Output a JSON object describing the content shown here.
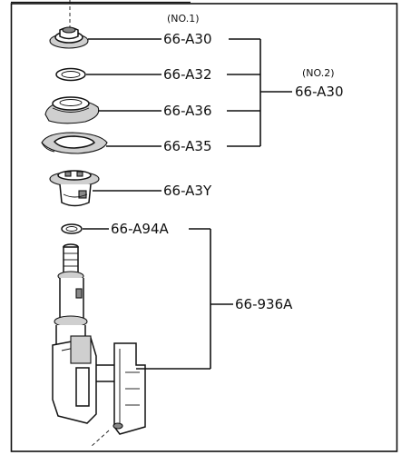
{
  "labels": {
    "a30_note": "(NO.1)",
    "a30": "66-A30",
    "a32": "66-A32",
    "a36": "66-A36",
    "a35": "66-A35",
    "a30_no2_note": "(NO.2)",
    "a30_no2": "66-A30",
    "a3y": "66-A3Y",
    "a94a": "66-A94A",
    "p936a": "66-936A"
  },
  "parts": [
    {
      "name": "bushing-cap",
      "label_key": "a30"
    },
    {
      "name": "o-ring",
      "label_key": "a32"
    },
    {
      "name": "seat-washer",
      "label_key": "a36"
    },
    {
      "name": "flat-gasket",
      "label_key": "a35"
    },
    {
      "name": "coupler-head",
      "label_key": "a3y"
    },
    {
      "name": "small-o-ring",
      "label_key": "a94a"
    },
    {
      "name": "shaft-bracket-assembly",
      "label_key": "p936a"
    }
  ]
}
